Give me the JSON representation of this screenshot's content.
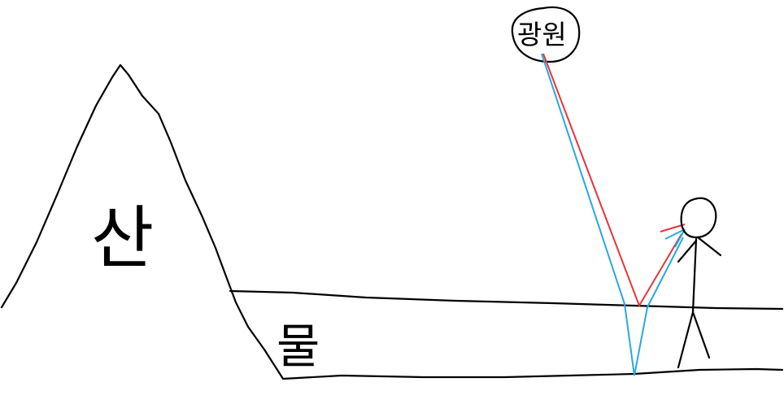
{
  "labels": {
    "mountain": "산",
    "water": "물",
    "light_source": "광원"
  },
  "colors": {
    "ink": "#000000",
    "ray_red": "#e8343a",
    "ray_blue": "#28a8e0",
    "background": "#ffffff"
  }
}
